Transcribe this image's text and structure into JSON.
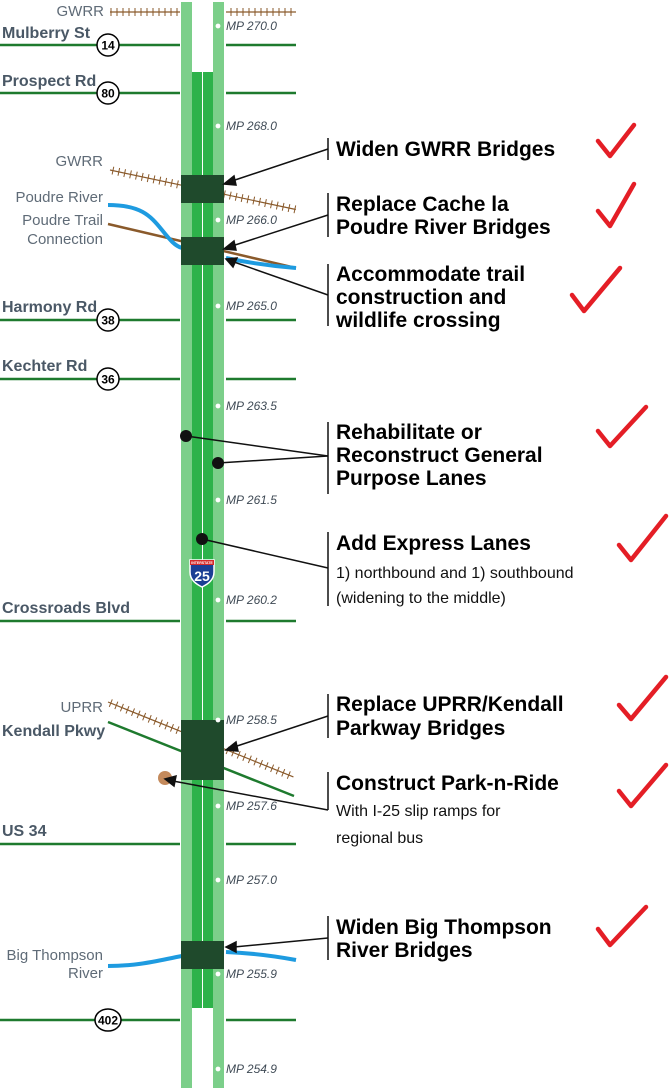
{
  "roads": [
    {
      "id": "mulberry",
      "name": "Mulberry St",
      "shield": "14"
    },
    {
      "id": "prospect",
      "name": "Prospect Rd",
      "shield": "80"
    },
    {
      "id": "harmony",
      "name": "Harmony Rd",
      "shield": "38"
    },
    {
      "id": "kechter",
      "name": "Kechter Rd",
      "shield": "36"
    },
    {
      "id": "crossroads",
      "name": "Crossroads Blvd",
      "shield": ""
    },
    {
      "id": "kendall",
      "name": "Kendall Pkwy",
      "shield": ""
    },
    {
      "id": "us34",
      "name": "US 34",
      "shield": ""
    },
    {
      "id": "road402",
      "name": "",
      "shield": "402"
    }
  ],
  "features": {
    "gwrr_top": "GWRR",
    "gwrr_mid": "GWRR",
    "poudre_river": "Poudre River",
    "poudre_trail_1": "Poudre Trail",
    "poudre_trail_2": "Connection",
    "uprr": "UPRR",
    "big_thompson_1": "Big Thompson",
    "big_thompson_2": "River",
    "interstate_shield": "25",
    "interstate_shield_top": "INTERSTATE"
  },
  "mileposts": [
    "MP 270.0",
    "MP 268.0",
    "MP 266.0",
    "MP 265.0",
    "MP 263.5",
    "MP 261.5",
    "MP 260.2",
    "MP 258.5",
    "MP 257.6",
    "MP 257.0",
    "MP 255.9",
    "MP 254.9"
  ],
  "projects": [
    {
      "id": "gwrr-bridges",
      "lines": [
        "Widen GWRR Bridges"
      ],
      "sub": [],
      "checked": true
    },
    {
      "id": "poudre-bridges",
      "lines": [
        "Replace Cache la",
        "Poudre River Bridges"
      ],
      "sub": [],
      "checked": true
    },
    {
      "id": "trail-wildlife",
      "lines": [
        "Accommodate trail",
        "construction and",
        "wildlife crossing"
      ],
      "sub": [],
      "checked": true
    },
    {
      "id": "rehab-lanes",
      "lines": [
        "Rehabilitate or",
        "Reconstruct General",
        "Purpose Lanes"
      ],
      "sub": [],
      "checked": true
    },
    {
      "id": "express-lanes",
      "lines": [
        "Add Express Lanes"
      ],
      "sub": [
        "1) northbound and 1) southbound",
        "(widening to the middle)"
      ],
      "checked": true
    },
    {
      "id": "uprr-bridges",
      "lines": [
        "Replace UPRR/Kendall",
        "Parkway Bridges"
      ],
      "sub": [],
      "checked": true
    },
    {
      "id": "park-n-ride",
      "lines": [
        "Construct Park-n-Ride"
      ],
      "sub": [
        "With I-25 slip ramps for",
        "regional bus"
      ],
      "checked": true
    },
    {
      "id": "big-thompson-bridges",
      "lines": [
        "Widen Big Thompson",
        "River Bridges"
      ],
      "sub": [],
      "checked": true
    }
  ],
  "colors": {
    "outer_lane": "#7ccf8a",
    "inner_lane": "#2db24a",
    "road": "#1e7a2e",
    "bridge": "#1f4a2c",
    "river": "#1e9be0",
    "trail": "#8a5a2b",
    "check": "#e41e26",
    "rail": "#8a5a2b"
  }
}
